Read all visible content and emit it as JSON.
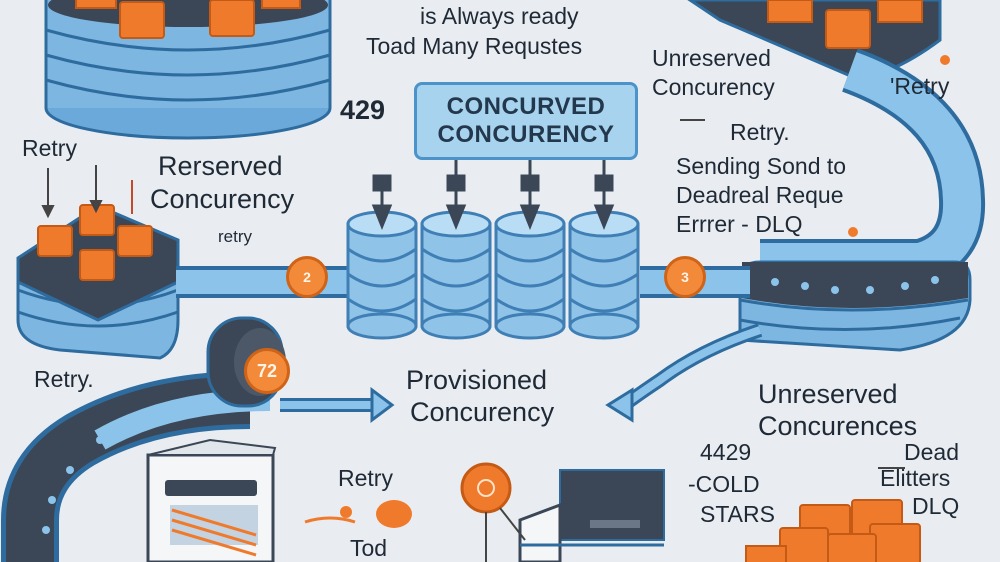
{
  "header": {
    "line1": "is Always ready",
    "line2": "Toad Many Requstes"
  },
  "box": {
    "prefix": "429",
    "line1": "CONCURVED",
    "line2": "CONCURENCY"
  },
  "left": {
    "retry_top": "Retry",
    "reserved_line1": "Rerserved",
    "reserved_line2": "Concurency",
    "retry_small": "retry",
    "retry_bottom": "Retry."
  },
  "right": {
    "unreserved_line1": "Unreserved",
    "unreserved_line2": "Concurency",
    "retry_top": "'Retry",
    "retry_mid": "Retry.",
    "sending": "Sending Sond to",
    "dead": "Deadreal Reque",
    "errrer": "Errrer - DLQ"
  },
  "center": {
    "provisioned_line1": "Provisioned",
    "provisioned_line2": "Concurency"
  },
  "bottom_right": {
    "unreserved_line1": "Unreserved",
    "unreserved_line2": "Concurences",
    "code": "4429",
    "cold": "-COLD",
    "stars": "STARS",
    "dead": "Dead",
    "elitters": "Elitters",
    "dlq": "DLQ"
  },
  "bottom_center": {
    "retry": "Retry",
    "tod": "Tod"
  },
  "badges": {
    "left": "2",
    "right": "3",
    "small": "72"
  },
  "colors": {
    "disk_blue": "#8fc3e8",
    "disk_edge": "#3f7fb5",
    "cube_orange": "#f07a2c",
    "dark_base": "#3b4756",
    "bg": "#e9edf1"
  }
}
